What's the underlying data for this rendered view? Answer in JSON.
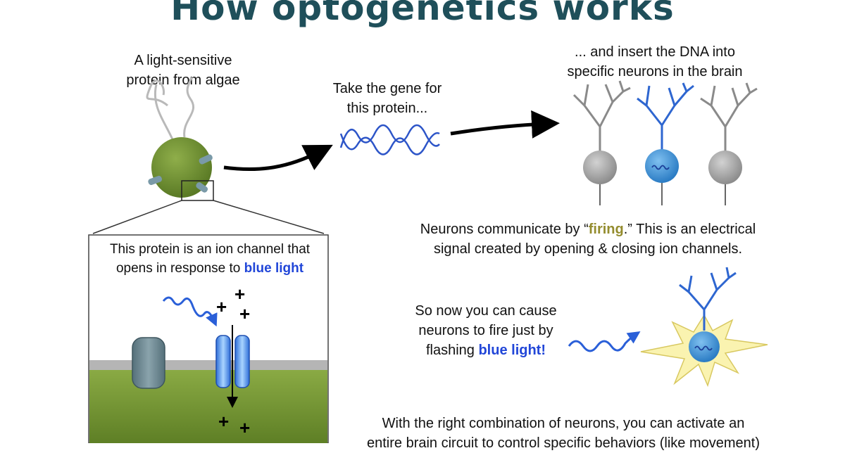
{
  "title": "How optogenetics works",
  "algae_label": {
    "line1": "A light-sensitive",
    "line2": "protein from algae"
  },
  "gene_label": {
    "line1": "Take the gene for",
    "line2": "this protein..."
  },
  "insert_label": {
    "line1": "... and insert the DNA into",
    "line2": "specific neurons in the brain"
  },
  "ion_channel_label": {
    "line1": "This protein is an ion channel that",
    "line2_prefix": "opens in response to ",
    "line2_highlight": "blue light"
  },
  "firing_label": {
    "line1_prefix": "Neurons communicate by “",
    "line1_highlight": "firing",
    "line1_suffix": ".”  This is an electrical",
    "line2": "signal created by opening & closing ion channels."
  },
  "cause_label": {
    "line1": "So now you can cause",
    "line2": "neurons to fire just by",
    "line3_prefix": "flashing ",
    "line3_highlight": "blue light!"
  },
  "circuit_label": {
    "line1": "With the right combination of neurons, you can activate an",
    "line2": "entire brain circuit to control specific behaviors (like movement)"
  },
  "ion_symbols": {
    "plus": "+"
  },
  "colors": {
    "title": "#1f4f5a",
    "blue_highlight": "#2146d8",
    "gold_highlight": "#948c2e",
    "algae": "#6b8a32",
    "neuron_gray": "#a8a8a8",
    "neuron_blue": "#3a8fd6",
    "star": "#f8f0a0"
  }
}
